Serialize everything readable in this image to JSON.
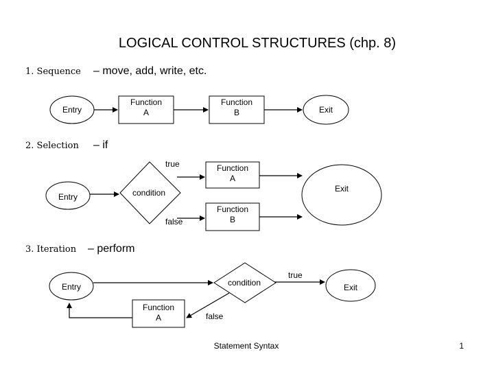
{
  "title": "LOGICAL CONTROL STRUCTURES (chp. 8)",
  "sections": {
    "sequence": {
      "number": "1. Sequence",
      "desc": "– move, add, write, etc.",
      "entry": "Entry",
      "function_a": [
        "Function",
        "A"
      ],
      "function_b": [
        "Function",
        "B"
      ],
      "exit": "Exit"
    },
    "selection": {
      "number": "2. Selection",
      "desc": "– if",
      "entry": "Entry",
      "condition": "condition",
      "true_label": "true",
      "false_label": "false",
      "function_a": [
        "Function",
        "A"
      ],
      "function_b": [
        "Function",
        "B"
      ],
      "exit": "Exit"
    },
    "iteration": {
      "number": "3. Iteration",
      "desc": "– perform",
      "entry": "Entry",
      "condition": "condition",
      "true_label": "true",
      "false_label": "false",
      "function_a": [
        "Function",
        "A"
      ],
      "exit": "Exit"
    }
  },
  "footer": {
    "center": "Statement Syntax",
    "page_number": "1"
  }
}
